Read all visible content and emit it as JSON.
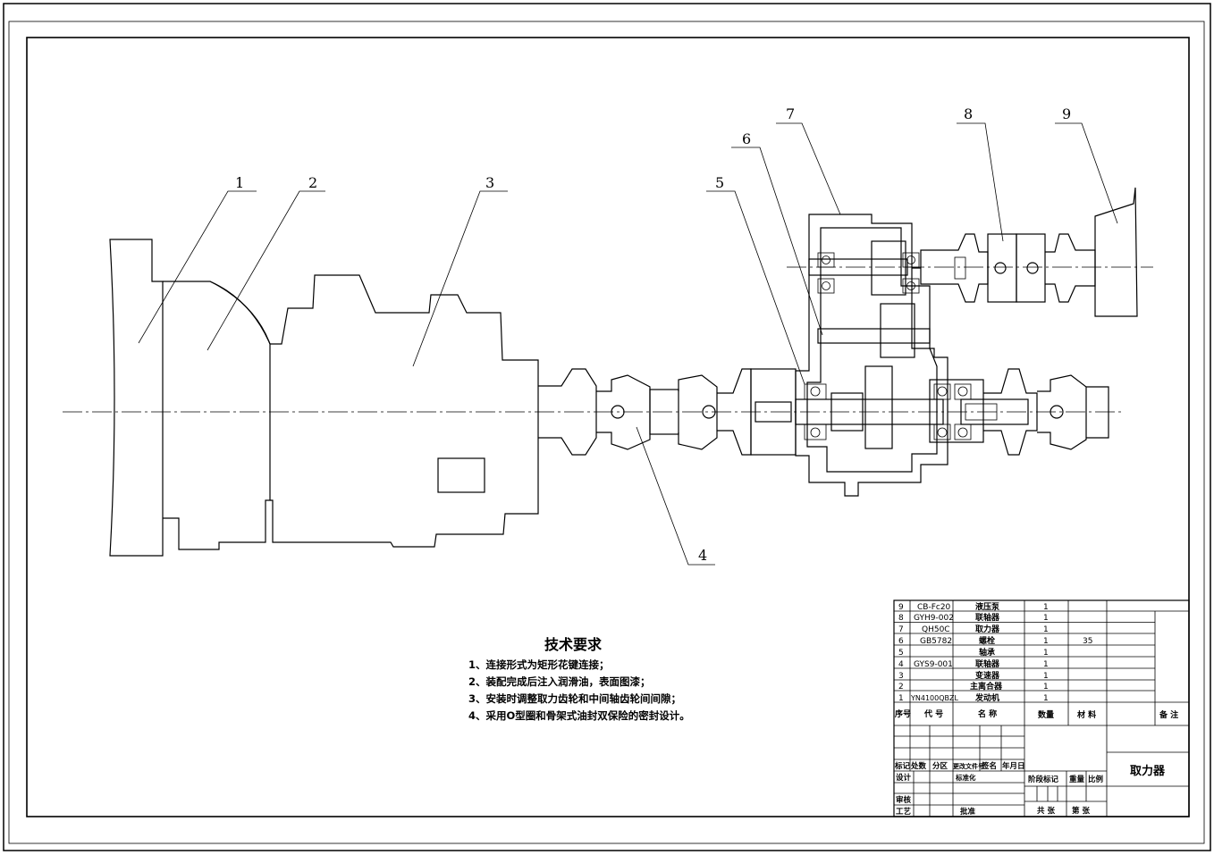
{
  "colors": {
    "line": "#000000",
    "paper": "#ffffff",
    "frame": "#000000"
  },
  "part_labels": [
    "1",
    "2",
    "3",
    "4",
    "5",
    "6",
    "7",
    "8",
    "9"
  ],
  "notes": {
    "title": "技术要求",
    "items": [
      "1、连接形式为矩形花键连接；",
      "2、装配完成后注入润滑油，表面图漆；",
      "3、安装时调整取力齿轮和中间轴齿轮间间隙；",
      "4、采用O型圈和骨架式油封双保险的密封设计。"
    ]
  },
  "bom": {
    "rows": [
      {
        "no": "9",
        "code": "CB-Fc20",
        "name": "液压泵",
        "qty": "1",
        "material": "",
        "remark": ""
      },
      {
        "no": "8",
        "code": "GYH9-002",
        "name": "联轴器",
        "qty": "1",
        "material": "",
        "remark": ""
      },
      {
        "no": "7",
        "code": "QH50C",
        "name": "取力器",
        "qty": "1",
        "material": "",
        "remark": ""
      },
      {
        "no": "6",
        "code": "GB5782",
        "name": "螺栓",
        "qty": "1",
        "material": "35",
        "remark": ""
      },
      {
        "no": "5",
        "code": "",
        "name": "轴承",
        "qty": "1",
        "material": "",
        "remark": ""
      },
      {
        "no": "4",
        "code": "GYS9-001",
        "name": "联轴器",
        "qty": "1",
        "material": "",
        "remark": ""
      },
      {
        "no": "3",
        "code": "",
        "name": "变速器",
        "qty": "1",
        "material": "",
        "remark": ""
      },
      {
        "no": "2",
        "code": "",
        "name": "主离合器",
        "qty": "1",
        "material": "",
        "remark": ""
      },
      {
        "no": "1",
        "code": "YN4100QBZL",
        "name": "发动机",
        "qty": "1",
        "material": "",
        "remark": ""
      }
    ],
    "header": {
      "no": "序号",
      "code": "代 号",
      "name": "名 称",
      "qty": "数量",
      "material": "材 料",
      "remark": "备 注"
    }
  },
  "title_block": {
    "drawing_name": "取力器",
    "rev_headers": [
      "标记",
      "处数",
      "分区",
      "更改文件号",
      "签名",
      "年月日"
    ],
    "design": "设计",
    "standard": "标准化",
    "review": "审核",
    "process": "工艺",
    "approve": "批准",
    "stage_mark": "阶段标记",
    "weight": "重量",
    "scale": "比例",
    "sheets_total": "共 张",
    "sheet_no": "第 张"
  }
}
